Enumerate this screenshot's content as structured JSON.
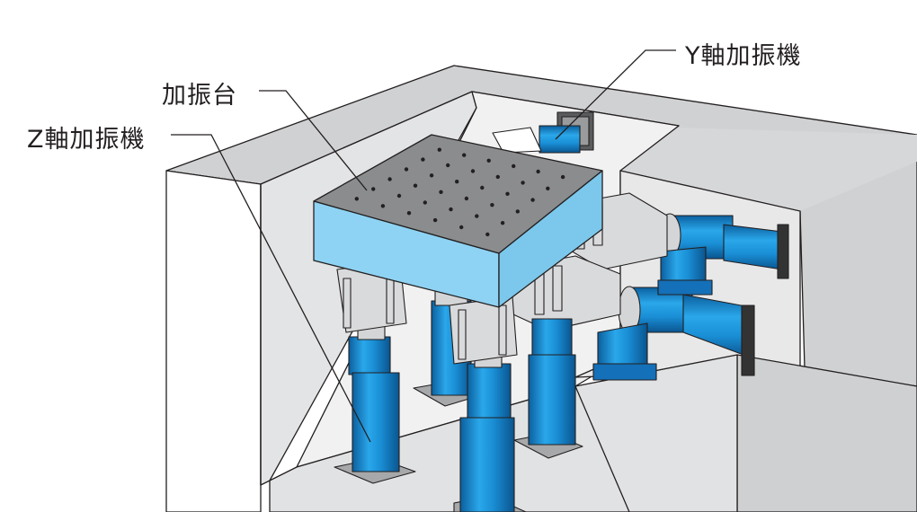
{
  "labels": {
    "table": "加振台",
    "z_shaker": "Z軸加振機",
    "y_shaker": "Y軸加振機"
  },
  "colors": {
    "actuator_blue": "#1a8fd6",
    "actuator_dark": "#0b63a8",
    "table_side": "#8ed3f3",
    "table_top": "#8a8c8e",
    "pit_gray": "#cfd0d2",
    "pit_light": "#ececed",
    "bracket_gray": "#d4d5d6",
    "outline": "#231f20"
  }
}
